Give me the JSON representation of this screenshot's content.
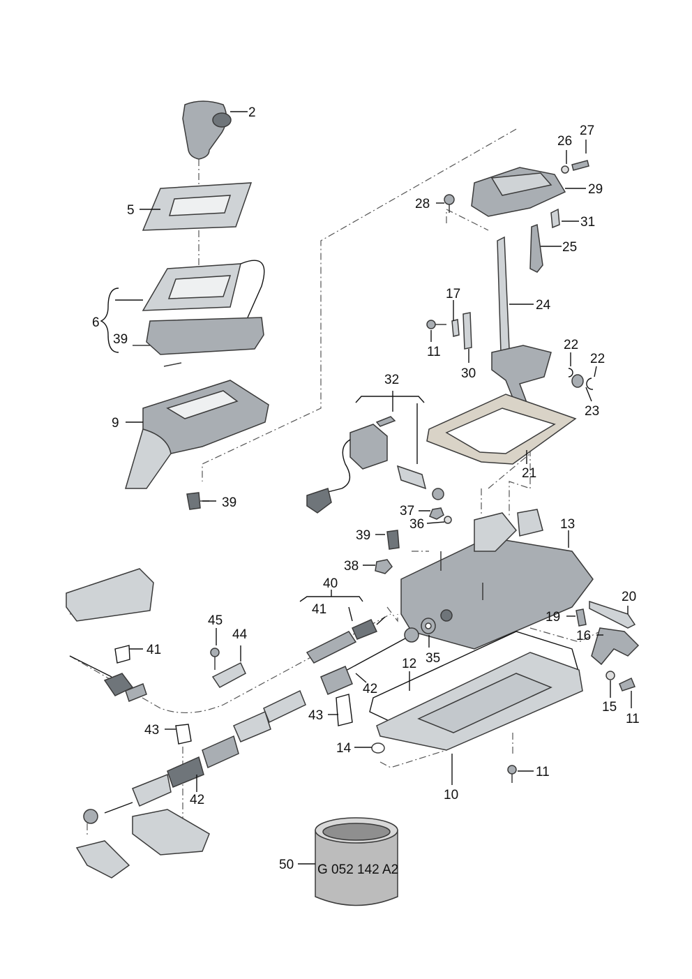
{
  "callouts": {
    "c2": "2",
    "c5": "5",
    "c6": "6",
    "c39a": "39",
    "c9": "9",
    "c39b": "39",
    "c26": "26",
    "c27": "27",
    "c28": "28",
    "c29": "29",
    "c31": "31",
    "c25": "25",
    "c24": "24",
    "c17": "17",
    "c11a": "11",
    "c30": "30",
    "c22a": "22",
    "c22b": "22",
    "c23": "23",
    "c21": "21",
    "c32": "32",
    "c37": "37",
    "c36": "36",
    "c39c": "39",
    "c38": "38",
    "c13": "13",
    "c40": "40",
    "c41a": "41",
    "c45": "45",
    "c44": "44",
    "c41b": "41",
    "c20": "20",
    "c19": "19",
    "c16": "16",
    "c35": "35",
    "c12": "12",
    "c42a": "42",
    "c43a": "43",
    "c43b": "43",
    "c14": "14",
    "c15": "15",
    "c11b": "11",
    "c11c": "11",
    "c10": "10",
    "c42b": "42",
    "c50": "50"
  },
  "tin_label": "G 052 142 A2",
  "colors": {
    "line": "#111111",
    "part_fill": "#cfd3d6",
    "part_dark": "#6f757a"
  }
}
